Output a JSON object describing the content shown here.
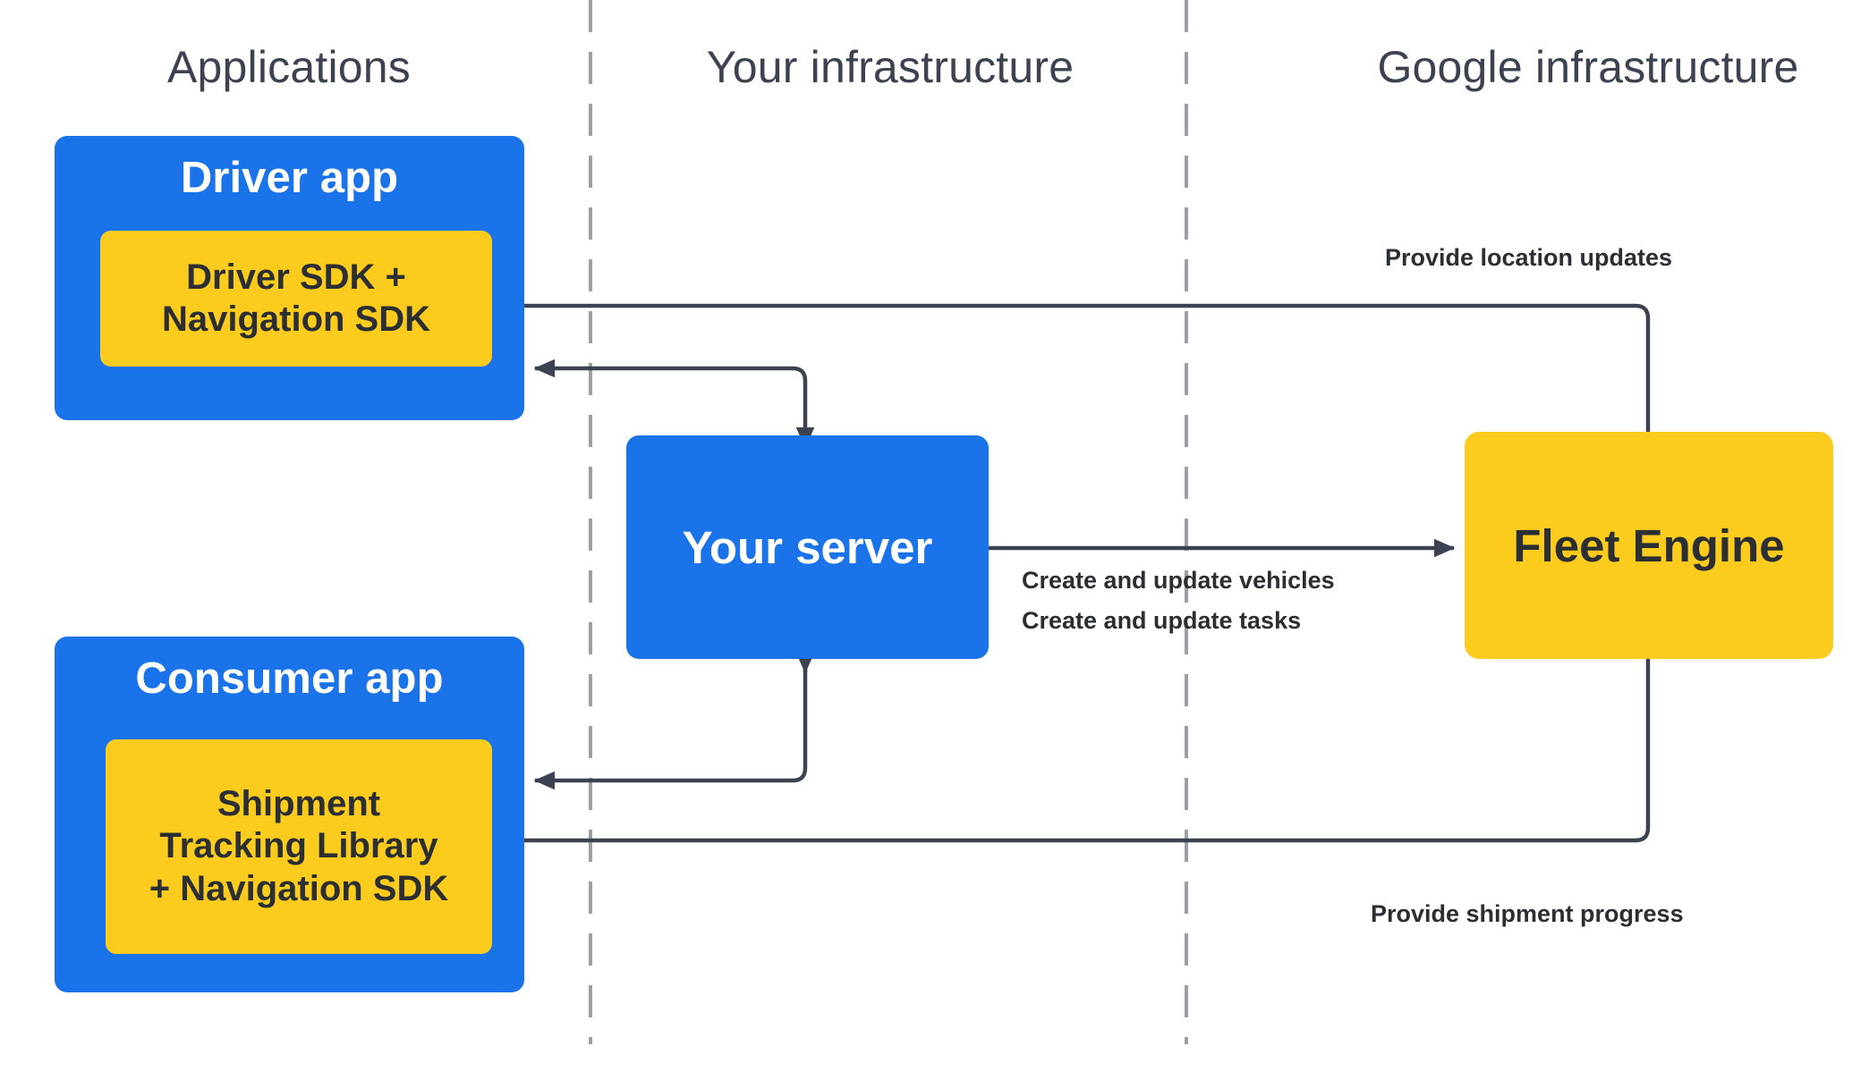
{
  "diagram": {
    "title": "Fleet Engine integration architecture",
    "background_color": "#ffffff",
    "colors": {
      "app_blue": "#1a73e8",
      "sdk_yellow": "#fbcc1d",
      "line_gray": "#3c4250",
      "divider_gray": "#9aa0a6",
      "heading_text": "#3c4250",
      "dark_text": "#2b2f33",
      "light_text": "#ffffff"
    },
    "columns": [
      {
        "id": "applications",
        "label": "Applications"
      },
      {
        "id": "your-infrastructure",
        "label": "Your infrastructure"
      },
      {
        "id": "google-infrastructure",
        "label": "Google infrastructure"
      }
    ],
    "nodes": [
      {
        "id": "driver-app",
        "label": "Driver app",
        "kind": "application",
        "color": "#1a73e8",
        "child": {
          "id": "driver-sdk",
          "label": "Driver SDK +\nNavigation SDK",
          "color": "#fbcc1d"
        }
      },
      {
        "id": "consumer-app",
        "label": "Consumer app",
        "kind": "application",
        "color": "#1a73e8",
        "child": {
          "id": "shipment-tracking",
          "label": "Shipment\nTracking Library\n+ Navigation SDK",
          "color": "#fbcc1d"
        }
      },
      {
        "id": "your-server",
        "label": "Your server",
        "kind": "server",
        "color": "#1a73e8"
      },
      {
        "id": "fleet-engine",
        "label": "Fleet Engine",
        "kind": "service",
        "color": "#fbcc1d"
      }
    ],
    "edges": [
      {
        "id": "location-updates",
        "label": "Provide location updates",
        "from": "driver-sdk",
        "to": "fleet-engine",
        "direction": "bidirectional-render-left"
      },
      {
        "id": "server-to-driver",
        "label": "",
        "from": "your-server",
        "to": "driver-app"
      },
      {
        "id": "create-update",
        "label_line_1": "Create and update vehicles",
        "label_line_2": "Create and update tasks",
        "from": "your-server",
        "to": "fleet-engine"
      },
      {
        "id": "server-to-consumer",
        "label": "",
        "from": "your-server",
        "to": "consumer-app"
      },
      {
        "id": "shipment-progress",
        "label": "Provide shipment progress",
        "from": "fleet-engine",
        "to": "shipment-tracking"
      }
    ]
  },
  "labels": {
    "driver_app": "Driver app",
    "driver_sdk_line1": "Driver SDK +",
    "driver_sdk_line2": "Navigation SDK",
    "consumer_app": "Consumer app",
    "shipment_line1": "Shipment",
    "shipment_line2": "Tracking Library",
    "shipment_line3": "+ Navigation SDK",
    "your_server": "Your server",
    "fleet_engine": "Fleet Engine",
    "col_applications": "Applications",
    "col_your_infrastructure": "Your infrastructure",
    "col_google_infrastructure": "Google infrastructure",
    "provide_location_updates": "Provide location updates",
    "create_update_vehicles": "Create and update vehicles",
    "create_update_tasks": "Create and update tasks",
    "provide_shipment_progress": "Provide shipment progress"
  }
}
